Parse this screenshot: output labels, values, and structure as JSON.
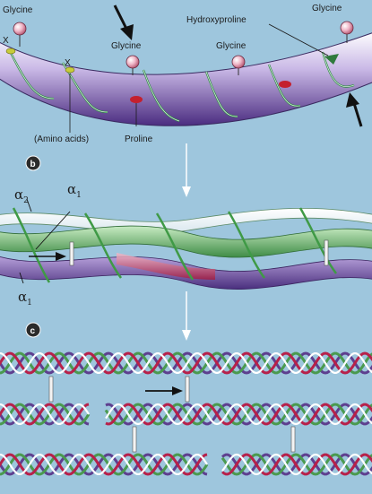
{
  "panel_a": {
    "labels": {
      "glycine_left": "Glycine",
      "glycine_mid": "Glycine",
      "glycine_center": "Glycine",
      "glycine_right": "Glycine",
      "hydroxyproline": "Hydroxyproline",
      "x_left": "X",
      "x_mid": "X",
      "amino_acids": "(Amino acids)",
      "proline": "Proline"
    }
  },
  "panel_b": {
    "badge": "b",
    "alpha_2": "α",
    "alpha_2_sub": "2",
    "alpha_1_top": "α",
    "alpha_1_top_sub": "1",
    "alpha_1_bottom": "α",
    "alpha_1_bottom_sub": "1"
  },
  "panel_c": {
    "badge": "c"
  },
  "colors": {
    "background": "#9ec6dd",
    "chain_purple": "#5e3f8f",
    "chain_green": "#4a9a4f",
    "chain_red": "#b7214a",
    "glycine_ball": "#e9a7bc",
    "proline_red": "#c4202e",
    "hydroxyproline_green": "#2f7a3c",
    "amino_acid_yellow": "#c8cc3a"
  }
}
